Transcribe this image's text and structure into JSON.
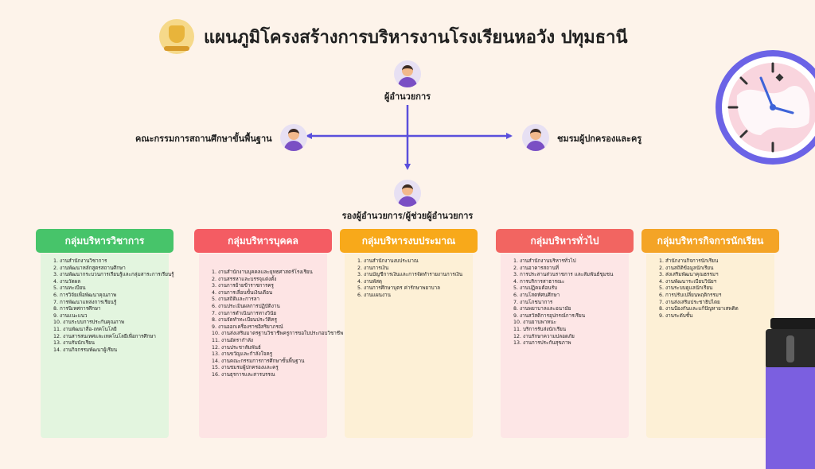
{
  "header": {
    "title": "แผนภูมิโครงสร้างการบริหารงานโรงเรียนหอวัง ปทุมธานี",
    "logo_icon": "school-emblem-icon"
  },
  "org": {
    "director": "ผู้อำนวยการ",
    "board": "คณะกรรมการสถานศึกษาขั้นพื้นฐาน",
    "parents": "ชมรมผู้ปกครองและครู",
    "deputy": "รองผู้อำนวยการ/ผู้ช่วยผู้อำนวยการ"
  },
  "colors": {
    "academic": "#47c46a",
    "personnel": "#f45c63",
    "budget": "#f8a91a",
    "general": "#f26561",
    "student": "#f4a426",
    "arrow": "#5a4fdc"
  },
  "groups": [
    {
      "title": "กลุ่มบริหารวิชาการ",
      "items": [
        "1. งานสำนักงานวิชาการ",
        "2. งานพัฒนาหลักสูตรสถานศึกษา",
        "3. งานพัฒนากระบวนการเรียนรู้และกลุ่มสาระการเรียนรู้",
        "4. งานวัดผล",
        "5. งานทะเบียน",
        "6. การวิจัยเพื่อพัฒนาคุณภาพ",
        "7. การพัฒนาแหล่งการเรียนรู้",
        "8. การนิเทศการศึกษา",
        "9. งานแนะแนว",
        "10. งานระบบการประกันคุณภาพ",
        "11. งานพัฒนาสื่อ-เทคโนโลยี",
        "12. งานสารสนเทศและเทคโนโลยีเพื่อการศึกษา",
        "13. งานรับนักเรียน",
        "14. งานกิจกรรมพัฒนาผู้เรียน"
      ]
    },
    {
      "title": "กลุ่มบริหารบุคคล",
      "items": [
        "1. งานสำนักงานบุคคลและยุทธศาสตร์โรงเรียน",
        "2. งานสรรหาและบรรจุแต่งตั้ง",
        "3. งานการย้ายข้าราชการครู",
        "4. งานการเลื่อนขั้นเงินเดือน",
        "5. งานสถิติและการลา",
        "6. งานประเมินผลการปฏิบัติงาน",
        "7. งานการดำเนินการทางวินัย",
        "8. งานจัดทำทะเบียนประวัติครู",
        "9. งานออกเครื่องราชอิสริยาภรณ์",
        "10. งานส่งเสริมมาตรฐานวิชาชีพครูการขอใบประกอบวิชาชีพ",
        "11. งานอัตรากำลัง",
        "12. งานประชาสัมพันธ์",
        "13. งานขวัญและกำลังใจครู",
        "14. งานคณะกรรมการการศึกษาขั้นพื้นฐาน",
        "15. งานชมรมผู้ปกครองและครู",
        "16. งานธุรการและสารบรรณ"
      ]
    },
    {
      "title": "กลุ่มบริหารงบประมาณ",
      "items": [
        "1. งานสำนักงานงบประมาณ",
        "2. งานการเงิน",
        "3. งานบัญชีการเงินและการจัดทำรายงานการเงิน",
        "4. งานพัสดุ",
        "5. งานการศึกษาบุตร ค่ารักษาพยาบาล",
        "6. งานแผนงาน"
      ]
    },
    {
      "title": "กลุ่มบริหารทั่วไป",
      "items": [
        "1. งานสำนักงานบริหารทั่วไป",
        "2. งานอาคารสถานที่",
        "3. การประสานส่วนราชการ และสัมพันธ์ชุมชน",
        "4. การบริการสาธารณะ",
        "5. งานปฏิคมต้อนรับ",
        "6. งานโสตทัศนศึกษา",
        "7. งานโภชนาการ",
        "8. งานพยาบาลและอนามัย",
        "9. งานสวัสดิการอุปกรณ์การเรียน",
        "10. งานยานพาหนะ",
        "11. บริการรับส่งนักเรียน",
        "12. งานรักษาความปลอดภัย",
        "13. งานการประกันสุขภาพ"
      ]
    },
    {
      "title": "กลุ่มบริหารกิจการนักเรียน",
      "items": [
        "1. สำนักงานกิจการนักเรียน",
        "2. งานสถิติข้อมูลนักเรียน",
        "3. ส่งเสริมพัฒนาคุณธรรมฯ",
        "4. งานพัฒนาระเบียบวินัยฯ",
        "5. งานระบบดูแลนักเรียน",
        "6. การปรับเปลี่ยนพฤติกรรมฯ",
        "7. งานส่งเสริมประชาธิปไตย",
        "8. งานป้องกันและแก้ปัญหายาเสพติด",
        "9. งานระดับชั้น"
      ]
    }
  ]
}
